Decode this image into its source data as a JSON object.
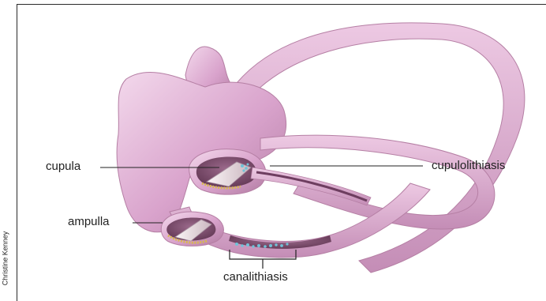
{
  "labels": {
    "cupula": "cupula",
    "cupulolithiasis": "cupulolithiasis",
    "ampulla": "ampulla",
    "canalithiasis": "canalithiasis"
  },
  "credit": "Christine Kenney",
  "colors": {
    "tissue": "#d9a3cc",
    "tissue_dark": "#b87aa6",
    "tissue_light": "#f0d2e8",
    "interior": "#7e4c6e",
    "cupula_fill": "#efe4e8",
    "membrane": "#d8b94e",
    "otoconia": "#6fc3d8",
    "frame": "#2a2a2a"
  },
  "icons": [
    "inner-ear-labyrinth-illustration",
    "otoconia-particles"
  ]
}
